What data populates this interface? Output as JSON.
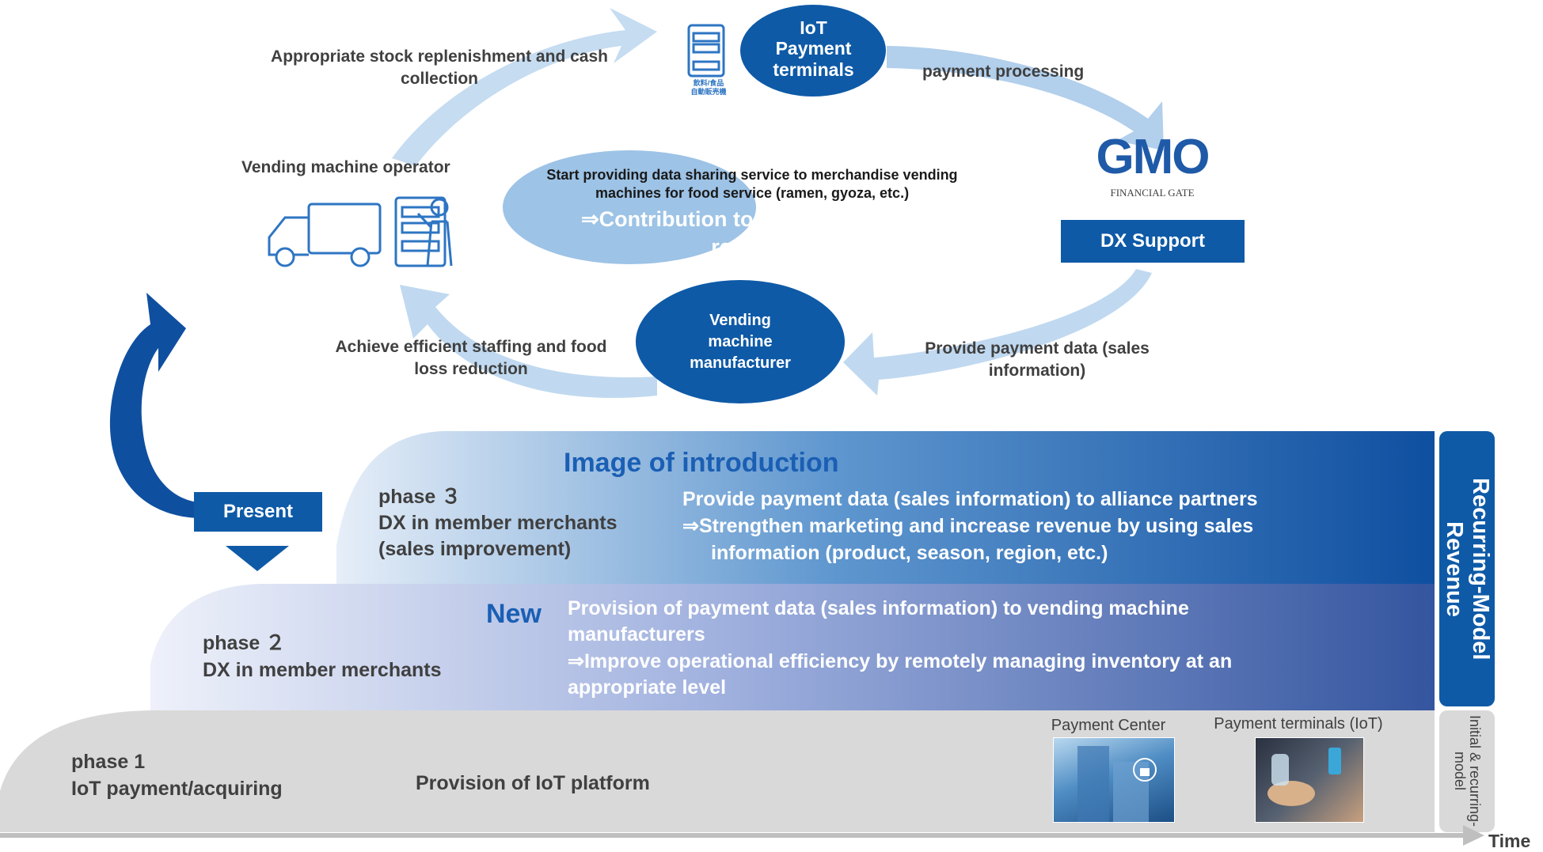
{
  "cycle": {
    "iot_terminals": "IoT Payment terminals",
    "vending_icon_caption": "飲料/食品\n自動販売機",
    "stock_label": "Appropriate stock replenishment and cash collection",
    "payment_processing": "payment processing",
    "operator_label": "Vending machine operator",
    "center_line1": "Start providing data sharing service to merchandise vending machines for food service (ramen, gyoza, etc.)",
    "center_line2": "⇒Contribution to recurring-model revenue",
    "gmo_logo": "GMO",
    "gmo_sub": "FINANCIAL GATE",
    "dx_support": "DX Support",
    "manufacturer": "Vending machine manufacturer",
    "staffing_label": "Achieve efficient staffing and food loss reduction",
    "provide_data_label": "Provide payment data (sales information)"
  },
  "present": "Present",
  "phase3": {
    "title": "Image of introduction",
    "name": "phase ３",
    "subtitle_line1": "DX in member merchants",
    "subtitle_line2": "(sales improvement)",
    "desc_line1": "Provide payment data (sales information) to alliance partners",
    "desc_line2": "⇒Strengthen marketing and increase revenue by using sales",
    "desc_line3": "information (product, season, region, etc.)"
  },
  "phase2": {
    "badge": "New",
    "name": "phase ２",
    "subtitle": "DX in member merchants",
    "desc_line1": "Provision of payment data (sales information) to vending machine manufacturers",
    "desc_line2": "⇒Improve operational efficiency by remotely managing inventory at an appropriate level"
  },
  "phase1": {
    "name": "phase 1",
    "subtitle": "IoT payment/acquiring",
    "desc": "Provision of IoT platform",
    "photo1_label": "Payment Center",
    "photo2_label": "Payment terminals (IoT)"
  },
  "side": {
    "recurring": "Recurring-Model Revenue",
    "initial": "Initial & recurring-model"
  },
  "axis": {
    "time": "Time"
  },
  "colors": {
    "navy": "#0e5aa7",
    "dark_blue": "#1d5fae",
    "light_blue": "#bdd7ee",
    "ellipse_center": "#9dc3e6",
    "grey_band": "#d9d9d9"
  }
}
